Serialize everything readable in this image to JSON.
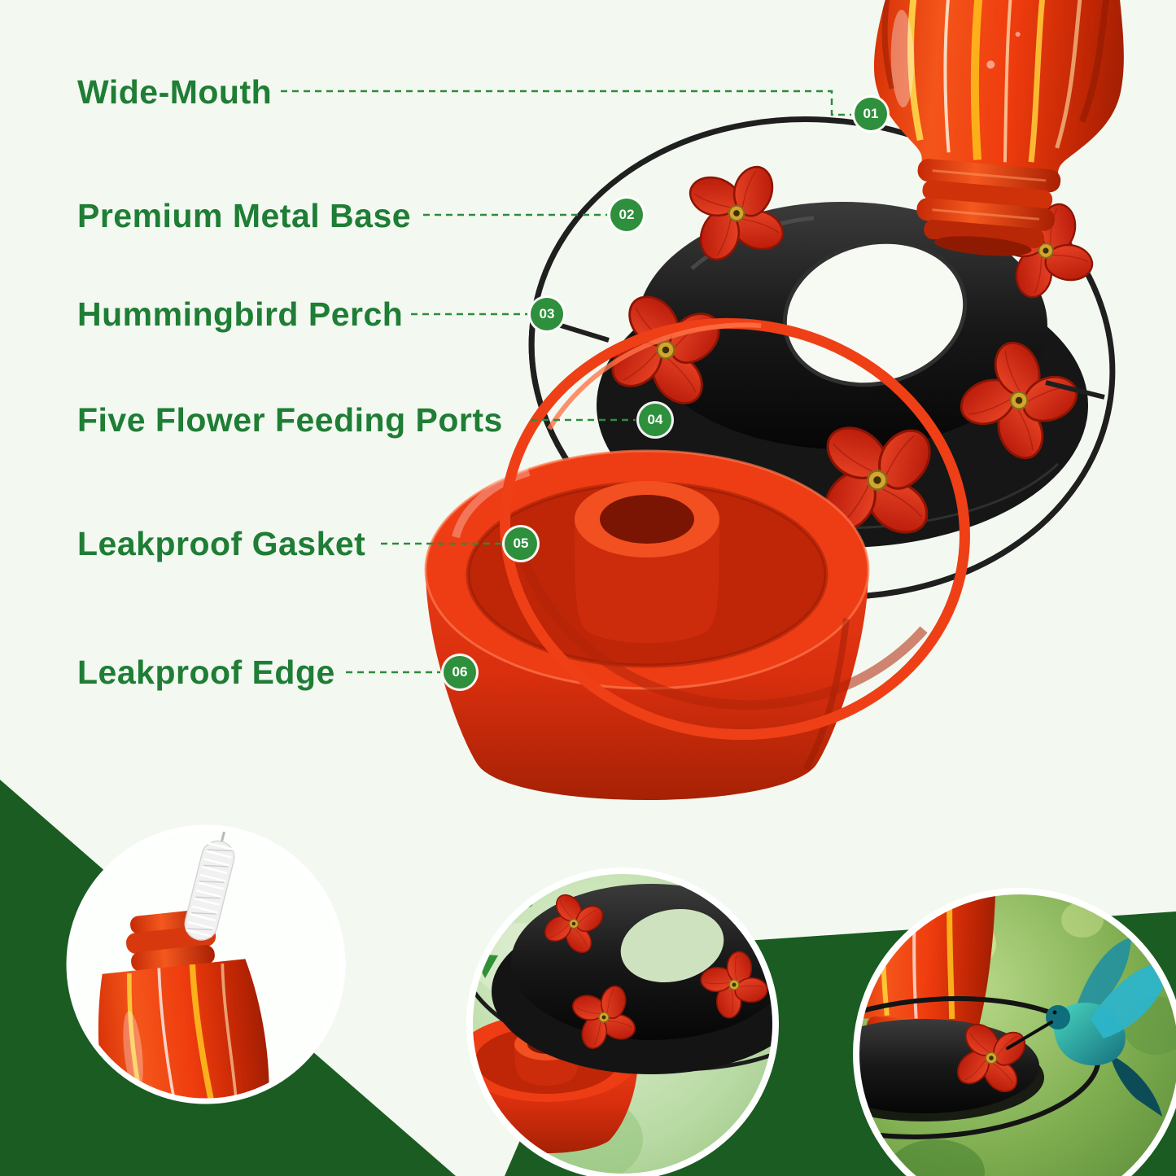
{
  "page": {
    "background": "#f3f9f1",
    "band_green": "#1a5c22",
    "accent_green": "#1f7d35",
    "badge_green": "#2e8f3c"
  },
  "labels": [
    {
      "num": "01",
      "text": "Wide-Mouth"
    },
    {
      "num": "02",
      "text": "Premium Metal Base"
    },
    {
      "num": "03",
      "text": "Hummingbird Perch"
    },
    {
      "num": "04",
      "text": "Five Flower Feeding Ports"
    },
    {
      "num": "05",
      "text": "Leakproof Gasket"
    },
    {
      "num": "06",
      "text": "Leakproof Edge"
    }
  ],
  "colors": {
    "bottle_orange": "#ef3c0e",
    "flower_red": "#d42313",
    "metal_black": "#1c1c1c",
    "basin_red": "#e8391a"
  },
  "insets": [
    {
      "icon": "cleaning-brush-bottle"
    },
    {
      "icon": "base-assembly-arrow"
    },
    {
      "icon": "hummingbird-feeding"
    }
  ]
}
